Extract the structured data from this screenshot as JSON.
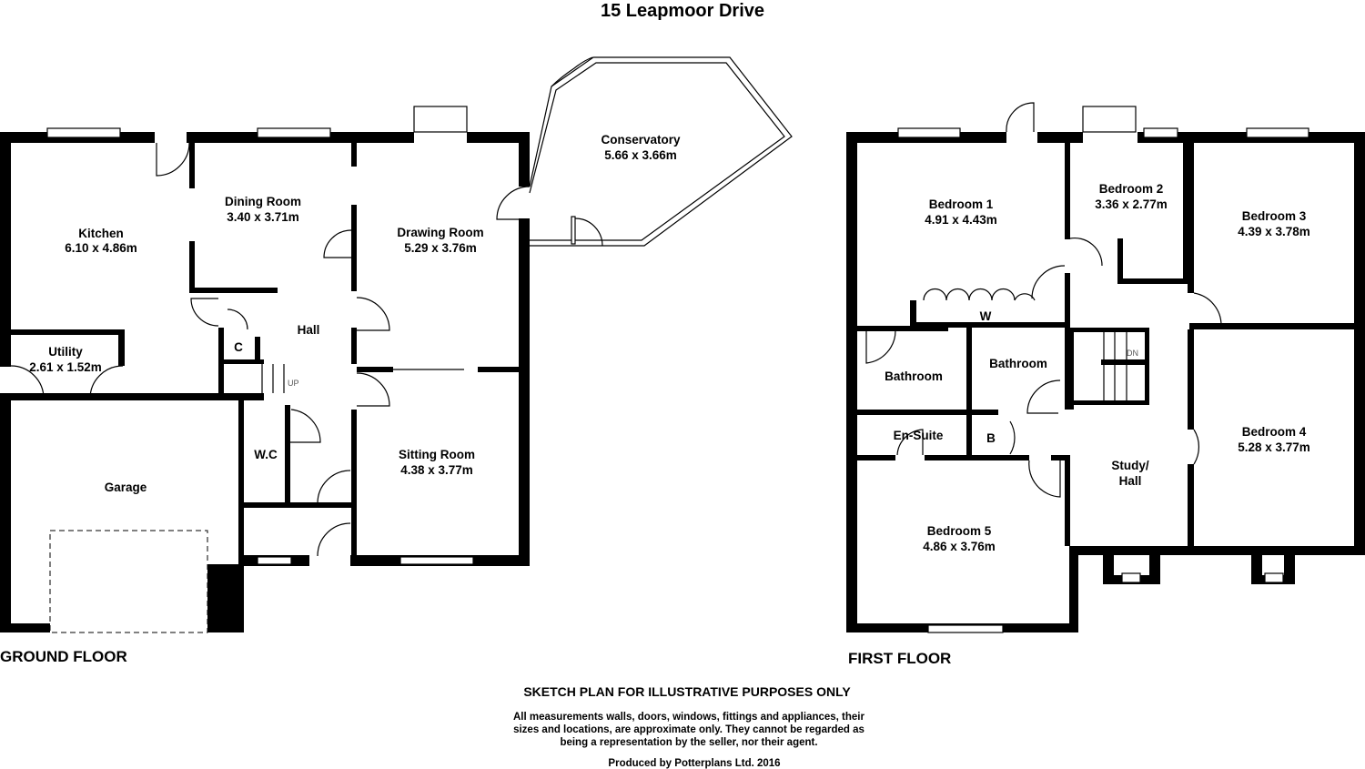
{
  "title": "15 Leapmoor Drive",
  "ground_floor": {
    "label": "GROUND FLOOR",
    "rooms": [
      {
        "name": "Kitchen",
        "size": "6.10 x 4.86m"
      },
      {
        "name": "Dining Room",
        "size": "3.40 x 3.71m"
      },
      {
        "name": "Drawing Room",
        "size": "5.29 x 3.76m"
      },
      {
        "name": "Conservatory",
        "size": "5.66 x 3.66m"
      },
      {
        "name": "Utility",
        "size": "2.61 x 1.52m"
      },
      {
        "name": "Hall"
      },
      {
        "name": "C"
      },
      {
        "name": "W.C"
      },
      {
        "name": "Garage"
      },
      {
        "name": "Sitting Room",
        "size": "4.38 x 3.77m"
      }
    ],
    "stairs_label": "UP"
  },
  "first_floor": {
    "label": "FIRST FLOOR",
    "rooms": [
      {
        "name": "Bedroom 1",
        "size": "4.91 x 4.43m"
      },
      {
        "name": "Bedroom 2",
        "size": "3.36 x 2.77m"
      },
      {
        "name": "Bedroom 3",
        "size": "4.39 x 3.78m"
      },
      {
        "name": "W"
      },
      {
        "name": "Bathroom"
      },
      {
        "name": "Bathroom"
      },
      {
        "name": "En-Suite"
      },
      {
        "name": "B"
      },
      {
        "name": "Study/"
      },
      {
        "name": "Hall"
      },
      {
        "name": "Bedroom 4",
        "size": "5.28 x 3.77m"
      },
      {
        "name": "Bedroom 5",
        "size": "4.86 x 3.76m"
      }
    ],
    "stairs_label": "DN"
  },
  "disclaimer": {
    "heading": "SKETCH PLAN FOR ILLUSTRATIVE PURPOSES ONLY",
    "lines": [
      "All measurements walls, doors, windows, fittings and appliances, their",
      "sizes and locations, are approximate only. They cannot be regarded as",
      "being a representation by the seller, nor their agent."
    ],
    "credit": "Produced by Potterplans Ltd. 2016"
  }
}
